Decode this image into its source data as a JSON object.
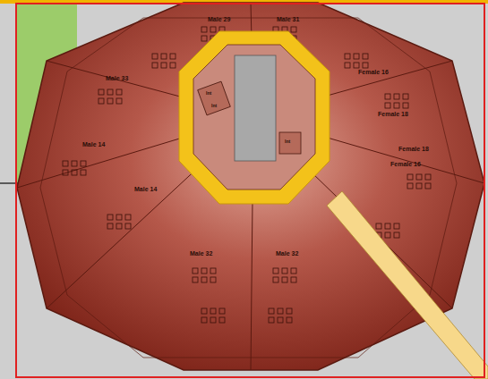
{
  "diagram": {
    "labels": [
      "Male 29",
      "Male 31",
      "Male 33",
      "Female 16",
      "Female 18",
      "Female 18",
      "Female 16",
      "Male 14",
      "Male 14",
      "Male 32",
      "Male 32",
      "Int",
      "Int",
      "Int"
    ]
  }
}
